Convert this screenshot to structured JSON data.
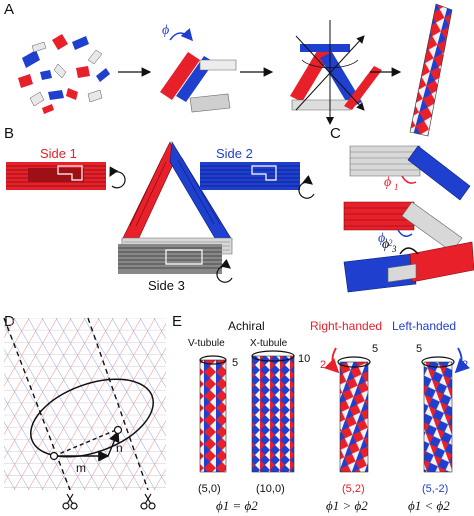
{
  "panels": {
    "a": {
      "label": "A",
      "angle_symbol": "ϕ"
    },
    "b": {
      "label": "B",
      "side1": "Side 1",
      "side2": "Side 2",
      "side3": "Side 3"
    },
    "c": {
      "label": "C",
      "phi1": "ϕ",
      "sub1": "1",
      "phi2": "ϕ",
      "sub2": "2",
      "phi3": "ϕ",
      "sub3": "3"
    },
    "d": {
      "label": "D",
      "vec_m": "m",
      "vec_n": "n"
    },
    "e": {
      "label": "E",
      "achiral": "Achiral",
      "v_tubule": "V-tubule",
      "x_tubule": "X-tubule",
      "right_handed": "Right-handed",
      "left_handed": "Left-handed",
      "num_v": "5",
      "num_x": "10",
      "num_r_top": "5",
      "num_r_side": "2",
      "num_l_top": "5",
      "num_l_side": "2",
      "idx_v": "(5,0)",
      "idx_x": "(10,0)",
      "idx_r": "(5,2)",
      "idx_l": "(5,-2)",
      "eq_achiral": "ϕ1 = ϕ2",
      "eq_right": "ϕ1 > ϕ2",
      "eq_left": "ϕ1 < ϕ2"
    }
  },
  "colors": {
    "red": "#e8202a",
    "blue": "#1f3fcf",
    "white": "#f2f2f2",
    "gray": "#8a8a8a",
    "dark": "#222222"
  }
}
